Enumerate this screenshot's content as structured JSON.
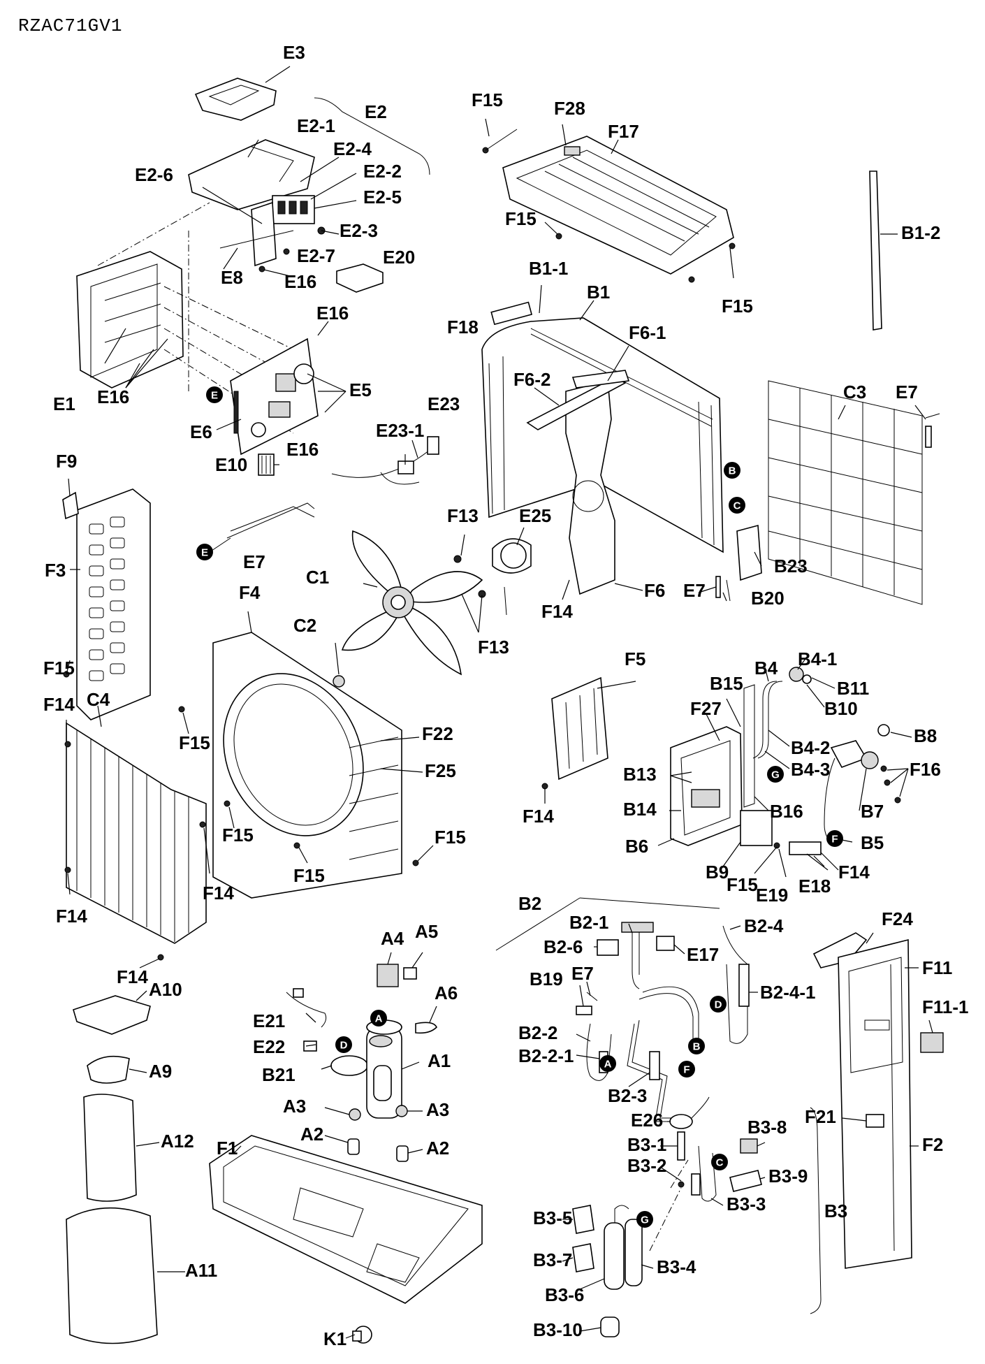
{
  "title": "RZAC71GV1",
  "labels": {
    "E3": "E3",
    "E2": "E2",
    "E2_1": "E2-1",
    "E2_4": "E2-4",
    "E2_2": "E2-2",
    "E2_5": "E2-5",
    "E2_6": "E2-6",
    "E2_3": "E2-3",
    "E2_7": "E2-7",
    "E8": "E8",
    "E16_a": "E16",
    "E20": "E20",
    "E16_b": "E16",
    "E5": "E5",
    "E1": "E1",
    "E16_c": "E16",
    "E6": "E6",
    "E16_d": "E16",
    "E23": "E23",
    "E23_1": "E23-1",
    "E10": "E10",
    "E7_a": "E7",
    "F15_a": "F15",
    "F28": "F28",
    "F17": "F17",
    "F15_b": "F15",
    "F15_c": "F15",
    "B1_2": "B1-2",
    "B1_1": "B1-1",
    "B1": "B1",
    "F18": "F18",
    "F6_1": "F6-1",
    "F6_2": "F6-2",
    "C3": "C3",
    "E7_b": "E7",
    "F13_a": "F13",
    "E25": "E25",
    "B23": "B23",
    "F14_a": "F14",
    "F6": "F6",
    "E7_c": "E7",
    "B20": "B20",
    "F13_b": "F13",
    "F9": "F9",
    "F3": "F3",
    "F15_d": "F15",
    "C1": "C1",
    "F4": "F4",
    "C2": "C2",
    "F14_b": "F14",
    "C4": "C4",
    "F15_e": "F15",
    "F22": "F22",
    "F25": "F25",
    "F15_f": "F15",
    "F15_g": "F15",
    "F15_h": "F15",
    "F14_c": "F14",
    "F14_d": "F14",
    "F14_e": "F14",
    "F5": "F5",
    "B4": "B4",
    "B4_1": "B4-1",
    "B11": "B11",
    "B10": "B10",
    "B15": "B15",
    "F27": "F27",
    "B8": "B8",
    "B4_2": "B4-2",
    "B4_3": "B4-3",
    "F16": "F16",
    "B13": "B13",
    "B14": "B14",
    "B16": "B16",
    "B7": "B7",
    "F14_f": "F14",
    "B6": "B6",
    "B5": "B5",
    "B9": "B9",
    "F14_g": "F14",
    "F15_i": "F15",
    "E19": "E19",
    "E18": "E18",
    "B2": "B2",
    "B2_1": "B2-1",
    "B2_4": "B2-4",
    "F24": "F24",
    "A4": "A4",
    "A5": "A5",
    "B2_6": "B2-6",
    "E17": "E17",
    "F11": "F11",
    "A10": "A10",
    "A6": "A6",
    "B19": "B19",
    "E7_d": "E7",
    "B2_4_1": "B2-4-1",
    "F11_1": "F11-1",
    "E21": "E21",
    "E22": "E22",
    "B2_2": "B2-2",
    "B2_2_1": "B2-2-1",
    "A9": "A9",
    "B21": "B21",
    "A1": "A1",
    "B2_3": "B2-3",
    "F21": "F21",
    "F2": "F2",
    "A3_a": "A3",
    "A3_b": "A3",
    "A2_a": "A2",
    "A12": "A12",
    "F1": "F1",
    "A2_b": "A2",
    "E26": "E26",
    "B3_8": "B3-8",
    "B3_1": "B3-1",
    "B3_2": "B3-2",
    "B3_9": "B3-9",
    "B3_3": "B3-3",
    "B3_5": "B3-5",
    "B3": "B3",
    "B3_7": "B3-7",
    "B3_4": "B3-4",
    "A11": "A11",
    "B3_6": "B3-6",
    "B3_10": "B3-10",
    "K1": "K1"
  },
  "callouts": {
    "E_a": "E",
    "E_b": "E",
    "B_a": "B",
    "C_a": "C",
    "G_a": "G",
    "F_a": "F",
    "A_a": "A",
    "D_a": "D",
    "D_b": "D",
    "B_b": "B",
    "A_b": "A",
    "F_b": "F",
    "C_b": "C",
    "G_b": "G"
  }
}
